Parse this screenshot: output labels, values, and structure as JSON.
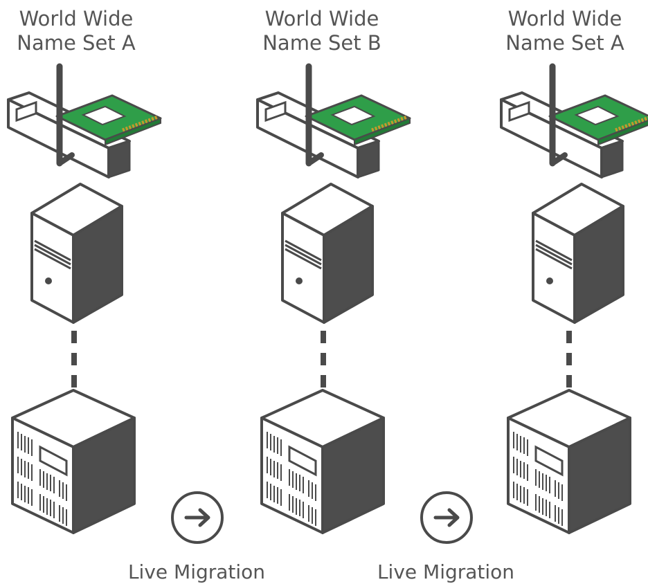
{
  "columns": [
    {
      "title_line1": "World Wide",
      "title_line2": "Name Set A"
    },
    {
      "title_line1": "World Wide",
      "title_line2": "Name Set B"
    },
    {
      "title_line1": "World Wide",
      "title_line2": "Name Set A"
    }
  ],
  "migrations": [
    {
      "label": "Live Migration"
    },
    {
      "label": "Live Migration"
    }
  ],
  "colors": {
    "line": "#4a4a4a",
    "fill_light": "#ffffff",
    "fill_dark": "#4d4d4d",
    "nic_green": "#2f9e49",
    "gold": "#c49a2c",
    "text": "#555555"
  }
}
